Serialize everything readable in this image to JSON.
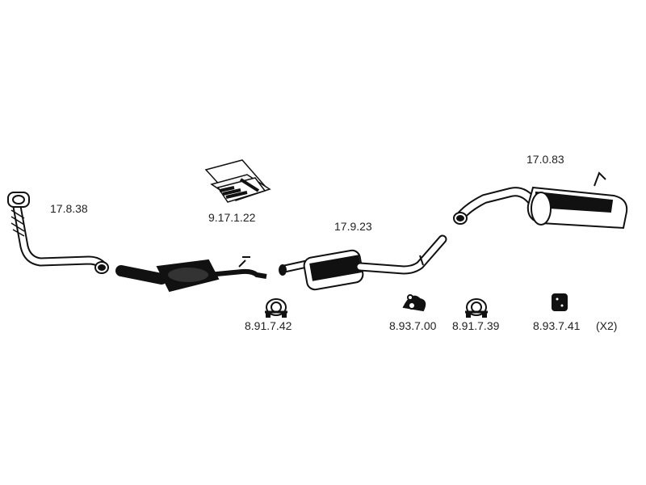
{
  "diagram": {
    "parts": [
      {
        "name": "front-pipe",
        "part_number": "17.8.38"
      },
      {
        "name": "catalytic-converter-mounting-kit",
        "part_number": "9.17.1.22"
      },
      {
        "name": "center-silencer",
        "part_number": "17.9.23"
      },
      {
        "name": "rear-silencer",
        "part_number": "17.0.83"
      },
      {
        "name": "clamp-a",
        "part_number": "8.91.7.42"
      },
      {
        "name": "rubber-hanger-a",
        "part_number": "8.93.7.00"
      },
      {
        "name": "clamp-b",
        "part_number": "8.91.7.39"
      },
      {
        "name": "rubber-hanger-b",
        "part_number": "8.93.7.41",
        "quantity_note": "(X2)"
      }
    ],
    "colors": {
      "line": "#111111",
      "fill": "#ffffff",
      "dark": "#111111",
      "label": "#222222"
    }
  }
}
